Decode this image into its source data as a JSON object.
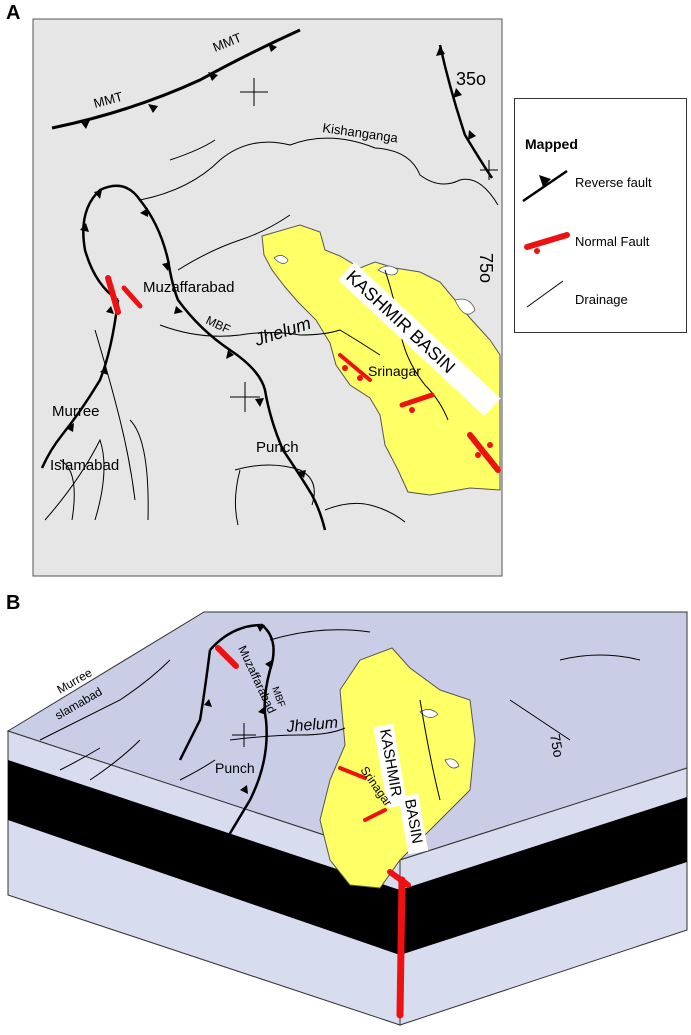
{
  "panels": {
    "a": "A",
    "b": "B"
  },
  "map_a": {
    "labels": {
      "mmt_1": "MMT",
      "mmt_2": "MMT",
      "lat": "35o",
      "lon": "75o",
      "river_1": "Kishanganga",
      "city_1": "Muzaffarabad",
      "fault_1": "MBF",
      "river_2": "Jhelum",
      "basin": "KASHMIR BASIN",
      "city_2": "Srinagar",
      "city_3": "Murree",
      "city_4": "Islamabad",
      "city_5": "Punch"
    }
  },
  "legend": {
    "title": "Mapped",
    "items": [
      {
        "label": "Reverse fault",
        "icon": "reverse-fault-icon"
      },
      {
        "label": "Normal Fault",
        "icon": "normal-fault-icon"
      },
      {
        "label": "Drainage",
        "icon": "drainage-icon"
      }
    ]
  },
  "block_b": {
    "labels": {
      "city_1": "Muzaffarabad",
      "city_3": "Murree",
      "city_4": "slamabad",
      "fault_1": "MBF",
      "river_2": "Jhelum",
      "basin_1": "KASHMIR",
      "basin_2": "BASIN",
      "city_2": "Srinagar",
      "city_5": "Punch",
      "lon": "75o"
    }
  },
  "colors": {
    "map_bg": "#e6e6e6",
    "basin_fill": "#ffff66",
    "normal_fault": "#ee1111",
    "block_top": "#c9cde6",
    "block_side": "#d8dcef",
    "layer_dark": "#000000"
  }
}
